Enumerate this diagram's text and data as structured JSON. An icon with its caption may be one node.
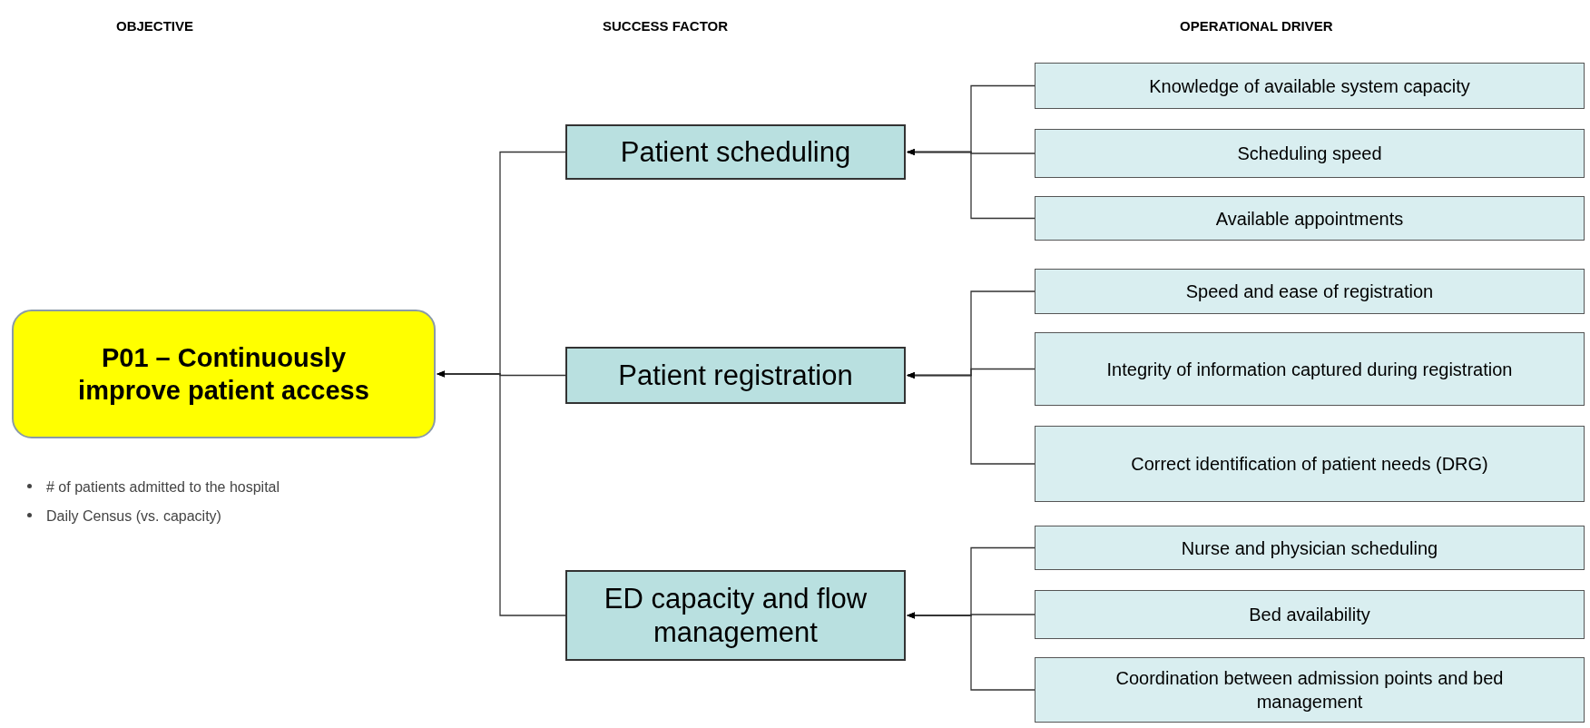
{
  "diagram": {
    "nodes": [
      {
        "text": [
          "P01 – Continuously improve patient access"
        ]
      },
      {
        "text": [
          "Patient scheduling"
        ]
      },
      {
        "text": [
          "Knowledge of available system capacity"
        ]
      },
      {
        "text": [
          "Scheduling speed"
        ]
      },
      {
        "text": [
          "Available appointments"
        ]
      },
      {
        "text": [
          "Patient registration"
        ]
      },
      {
        "text": [
          "Speed and ease of registration"
        ]
      },
      {
        "text": [
          "Integrity of information captured during registration"
        ]
      },
      {
        "text": [
          "Correct identification of patient needs (DRG)"
        ]
      },
      {
        "text": [
          "ED capacity and flow management"
        ]
      },
      {
        "text": [
          "Nurse and physician scheduling"
        ]
      },
      {
        "text": [
          "Bed availability"
        ]
      },
      {
        "text": [
          "Coordination between admission points and bed management"
        ]
      }
    ],
    "edges": [
      {
        "from": 1,
        "to": 0,
        "arrow": "to"
      },
      {
        "from": 5,
        "to": 0,
        "arrow": "to"
      },
      {
        "from": 9,
        "to": 0,
        "arrow": "to"
      },
      {
        "from": 2,
        "to": 1,
        "arrow": "to"
      },
      {
        "from": 3,
        "to": 1,
        "arrow": "to"
      },
      {
        "from": 4,
        "to": 1,
        "arrow": "to"
      },
      {
        "from": 6,
        "to": 5,
        "arrow": "to"
      },
      {
        "from": 7,
        "to": 5,
        "arrow": "to"
      },
      {
        "from": 8,
        "to": 5,
        "arrow": "to"
      },
      {
        "from": 10,
        "to": 9,
        "arrow": "to"
      },
      {
        "from": 11,
        "to": 9,
        "arrow": "to"
      },
      {
        "from": 12,
        "to": 9,
        "arrow": "to"
      }
    ],
    "labels": [
      "OBJECTIVE",
      "SUCCESS FACTOR",
      "OPERATIONAL DRIVER",
      "# of patients admitted to the hospital",
      "Daily Census (vs. capacity)"
    ]
  }
}
